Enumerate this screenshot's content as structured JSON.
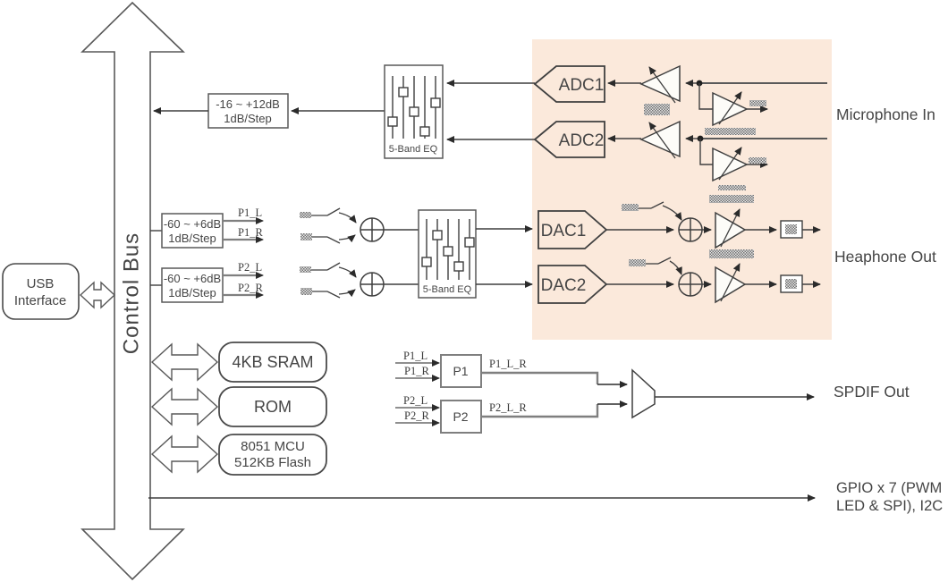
{
  "colors": {
    "analog_bg": "#fbe9db",
    "line": "#4a4a4a",
    "thick_line": "#7f7f7f",
    "box_border": "#595959",
    "text": "#454545"
  },
  "control_bus": {
    "label": "Control Bus"
  },
  "usb_box": {
    "line1": "USB",
    "line2": "Interface"
  },
  "mic_path": {
    "gain_box": {
      "line1": "-16 ~ +12dB",
      "line2": "1dB/Step"
    },
    "eq_label": "5-Band EQ",
    "adc1": "ADC1",
    "adc2": "ADC2",
    "mic_in_label": "Microphone In"
  },
  "hp_path": {
    "gain_box1": {
      "line1": "-60 ~ +6dB",
      "line2": "1dB/Step"
    },
    "gain_box2": {
      "line1": "-60 ~ +6dB",
      "line2": "1dB/Step"
    },
    "p1_l": "P1_L",
    "p1_r": "P1_R",
    "p2_l": "P2_L",
    "p2_r": "P2_R",
    "eq_label": "5-Band EQ",
    "dac1": "DAC1",
    "dac2": "DAC2",
    "hp_out_label": "Heaphone Out"
  },
  "spdif_path": {
    "p1_box": "P1",
    "p2_box": "P2",
    "p1_l": "P1_L",
    "p1_r": "P1_R",
    "p2_l": "P2_L",
    "p2_r": "P2_R",
    "p1_lr": "P1_L_R",
    "p2_lr": "P2_L_R",
    "spdif_out_label": "SPDIF Out"
  },
  "memory": {
    "sram": "4KB SRAM",
    "rom": "ROM",
    "mcu_line1": "8051 MCU",
    "mcu_line2": "512KB Flash"
  },
  "gpio": {
    "line1": "GPIO x 7 (PWM",
    "line2": "LED & SPI), I2C"
  }
}
